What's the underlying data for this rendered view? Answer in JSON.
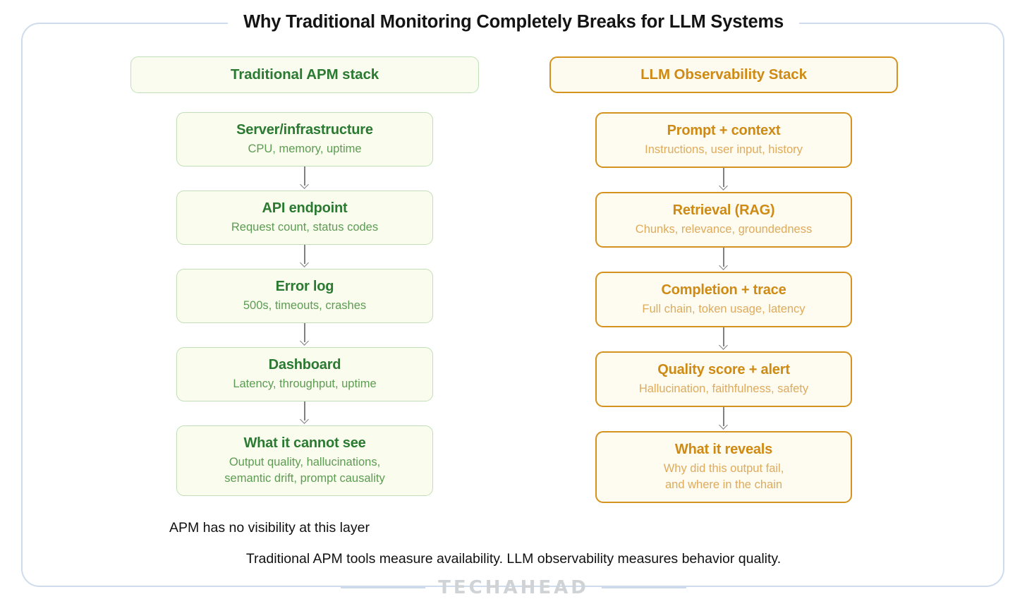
{
  "page": {
    "title": "Why Traditional Monitoring Completely Breaks for LLM Systems",
    "frame_color": "#cfdcee",
    "background": "#ffffff"
  },
  "columns": [
    {
      "id": "traditional-apm",
      "header": "Traditional APM stack",
      "accent": "#2a7a31",
      "border": "#c2dfb7",
      "fill": "#fafcee",
      "subtitle_color": "#5c9c52",
      "steps": [
        {
          "title": "Server/infrastructure",
          "subtitle": "CPU, memory, uptime"
        },
        {
          "title": "API endpoint",
          "subtitle": "Request count, status codes"
        },
        {
          "title": "Error log",
          "subtitle": "500s, timeouts, crashes"
        },
        {
          "title": "Dashboard",
          "subtitle": "Latency, throughput, uptime"
        },
        {
          "title": "What it cannot see",
          "subtitle": "Output quality, hallucinations,\nsemantic drift, prompt causality"
        }
      ]
    },
    {
      "id": "llm-observability",
      "header": "LLM Observability Stack",
      "accent": "#cf8a14",
      "border": "#d4921f",
      "fill": "#fefcf0",
      "subtitle_color": "#deaa5c",
      "steps": [
        {
          "title": "Prompt + context",
          "subtitle": "Instructions, user input, history"
        },
        {
          "title": "Retrieval (RAG)",
          "subtitle": "Chunks, relevance, groundedness"
        },
        {
          "title": "Completion + trace",
          "subtitle": "Full chain, token usage, latency"
        },
        {
          "title": "Quality score + alert",
          "subtitle": "Hallucination, faithfulness, safety"
        },
        {
          "title": "What it reveals",
          "subtitle": "Why did this output fail,\nand where in the chain"
        }
      ]
    }
  ],
  "captions": {
    "note": "APM has no visibility at this layer",
    "summary": "Traditional APM tools measure availability. LLM observability measures behavior quality."
  },
  "footer": {
    "brand": "TECHAHEAD",
    "rule_color": "#ccd9e8"
  }
}
